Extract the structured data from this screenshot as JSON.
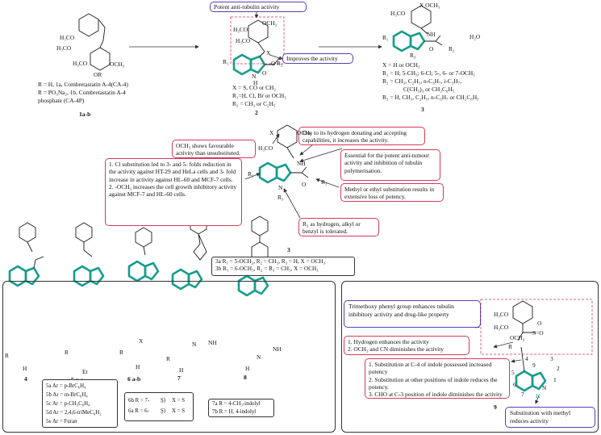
{
  "top": {
    "cpd1": {
      "sub1": "H₃CO",
      "sub2": "H₃CO",
      "sub3": "H₃CO",
      "sub4": "OCH₃",
      "sub5": "OR",
      "desc1": "R = H, 1a, Combretastatin A-4(CA-4)",
      "desc2": "R = PO₃Na₂, 1b, Combretastatin A-4",
      "desc3": "phosphate (CA-4P)",
      "label": "1a-b"
    },
    "cpd2": {
      "note_antitubulin": "Potent anti-tubulin activity",
      "note_improves": "Improves the activity",
      "sub_och3": "OCH₃",
      "sub_h3co_a": "H₃CO",
      "sub_h3co_b": "H₃CO",
      "sub_x": "X",
      "sub_r1": "R₁",
      "sub_o": "O",
      "sub_or2": "O  R₂",
      "sub_h": "H",
      "sub_n": "N",
      "def1": "X = S, CO or CH₂",
      "def2": "R₁=H, Cl, Br or OCH₃",
      "def3": "R₂ = CH₃ or C₂H₅",
      "label": "2"
    },
    "cpd3": {
      "sub_x_och3": "X  OCH₃",
      "sub_h3co": "H₃CO",
      "sub_nh": "NH",
      "sub_r1": "R₁",
      "sub_o": "O",
      "sub_r2": "R₂",
      "sub_h2o": "H₂O",
      "sub_r3": "R₃",
      "def1": "X = H or OCH₃",
      "def2": "R₁ = H; 5-CH₃; 6-Cl; 5-, 6- or 7-OCH₃",
      "def3": "R₂ = CH₃, C₂H₅, n-C₃H₇, i-C₃H₇,",
      "def4": "C(CH₃)₃ or CH₂C₆H₅",
      "def5": "R₃ = H, CH₃, C₂H₅, n-C₃H₇ or CH₂C₆H₅",
      "label": "3"
    }
  },
  "middle": {
    "note_och3": "OCH₃ shows favourable activity than unsubstituted.",
    "note_hbond": "Due to its hydrogen donating and accepting capabilities, it increases the activity.",
    "note_essential": "Essential for the potent anti-tumour activity and inhibition of tubulin polymerisation.",
    "note_cl_1": "1. Cl substitution led to 3- and 5- folds reduction in the activity against HT-29 and HeLa cells and 3- fold increase in activity against HL-60 and MCF-7 cells.",
    "note_cl_2": "2. -OCH₃ increases the cell growth inhibitory activity against MCF-7 and HL-60 cells.",
    "note_methyl": "Methyl or ethyl substitution results in extensive loss of potency.",
    "note_r3": "R₃ as hydrogen, alkyl or benzyl is tolerated.",
    "sub_x": "X",
    "sub_och3": "OCH₃",
    "sub_h3co": "H₃CO",
    "sub_nh": "NH",
    "sub_r1": "R₁",
    "sub_o": "O",
    "sub_r2": "R₂",
    "sub_n": "N",
    "sub_r3": "R₃",
    "label": "3",
    "key_3a": "3a   R₁ = 5-OCH₃, R₂ = CH₃, R₃ = H, X = OCH₃",
    "key_3b": "3b   R₁ = 6-OCH₃, R₂ = R₃ = CH₃, X = OCH₃"
  },
  "bottom_left": {
    "label_4": "4",
    "label_5": "5 a-e",
    "label_6": "6 a-b",
    "label_7": "7",
    "label_8": "8",
    "sub_r4": "R",
    "sub_r5": "R",
    "sub_r6": "R",
    "sub_r7": "R",
    "sub_et": "Et",
    "sub_x6": "X",
    "sub_h4": "H",
    "sub_h6": "H",
    "sub_h7": "H",
    "sub_h8": "H",
    "sub_nh7": "NH",
    "sub_n7": "N",
    "sub_nh8": "NH",
    "sub_n8": "N",
    "key5": [
      "5a Ar = p-BrC₆H₄",
      "5b Ar = m-BrC₆H₄",
      "5c Ar = p-CH₃C₆H₄",
      "5d Ar = 2,4,6-triMeC₆H₂",
      "5e Ar = Furan"
    ],
    "key6": [
      "6b R = 7-",
      "6a R = 6-"
    ],
    "key6_x": [
      "X = S",
      "X = S"
    ],
    "key7": [
      "7a R = 4-CH₃-indolyl",
      "7b R = H, 4-indolyl"
    ]
  },
  "bottom_right": {
    "note_trimethoxy": "Trimethoxy phenyl group enhances tubulin inhibitory activity and drug-like property",
    "note_hydrogen_1": "1. Hydrogen enhances the activity",
    "note_hydrogen_2": "2. OCH₃ and CN diminishes the activity",
    "note_sub_1": "1. Substitution at C-4 of indole possessed increased potency",
    "note_sub_2": "2. Substitution at other positions of indole reduces the potency.",
    "note_sub_3": "3. CHO at C-3 position of indole diminishes the activity",
    "note_methyl": "Substitution with methyl reduces activity",
    "sub_h3co_a": "H₃CO",
    "sub_h3co_b": "H₃CO",
    "sub_och3": "OCH₃",
    "sub_so2": "S=O",
    "sub_o": "O",
    "sub_r": "R",
    "nums": [
      "4",
      "3",
      "2",
      "1",
      "5",
      "6",
      "7",
      "9"
    ],
    "sub_n": "N",
    "sub_h": "H",
    "label": "9"
  },
  "colors": {
    "accent_teal": "#159c8c",
    "note_red": "#d43a5a",
    "note_purple": "#5b3fb0"
  }
}
